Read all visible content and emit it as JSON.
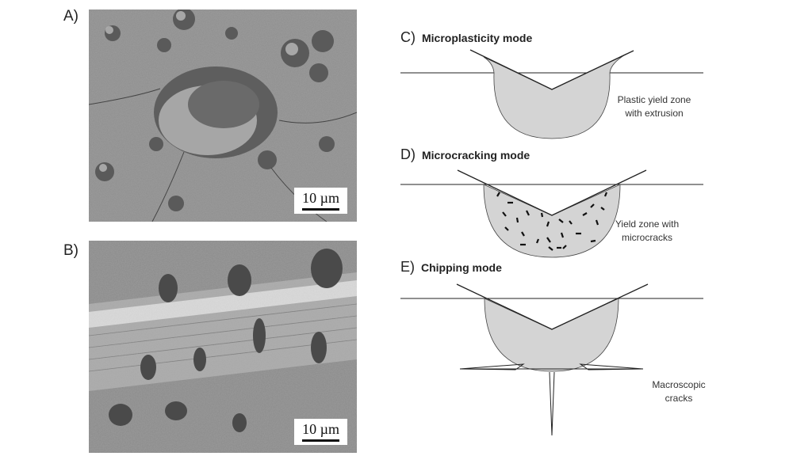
{
  "panels": {
    "a": {
      "label": "A)",
      "scale_bar": "10 µm"
    },
    "b": {
      "label": "B)",
      "scale_bar": "10 µm"
    },
    "c": {
      "letter": "C)",
      "title": "Microplasticity mode",
      "note_line1": "Plastic yield zone",
      "note_line2": "with extrusion"
    },
    "d": {
      "letter": "D)",
      "title": "Microcracking mode",
      "note_line1": "Yield zone with",
      "note_line2": "microcracks"
    },
    "e": {
      "letter": "E)",
      "title": "Chipping mode",
      "note_line1": "Macroscopic",
      "note_line2": "cracks"
    }
  },
  "colors": {
    "zone_fill": "#d4d4d4",
    "sem_bg": "#8a8a8a",
    "line": "#222222"
  }
}
